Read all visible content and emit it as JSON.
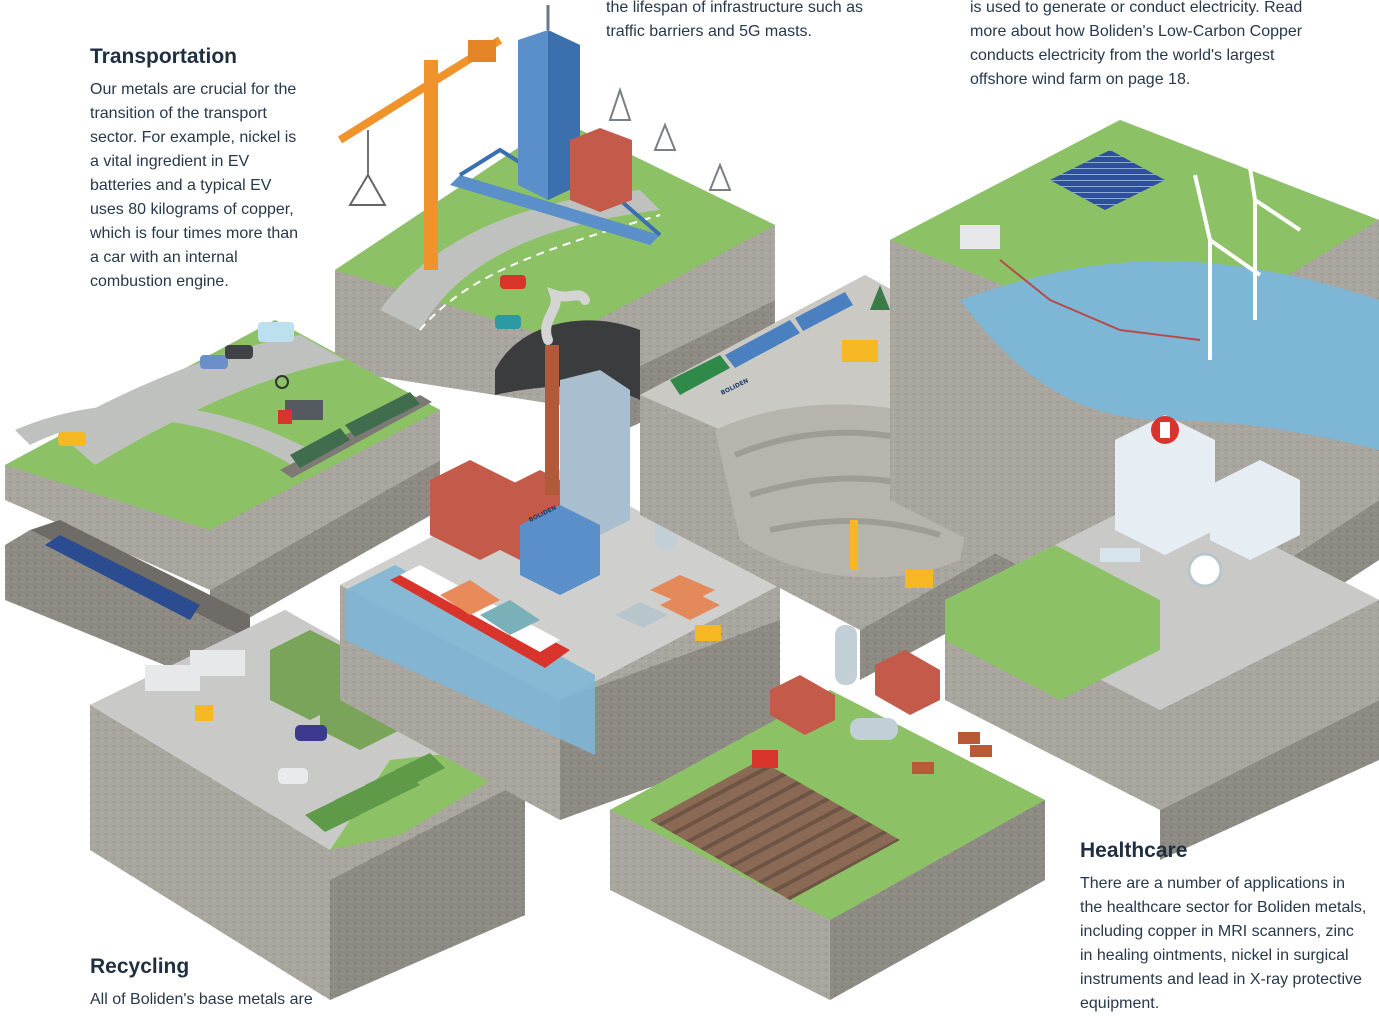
{
  "infrastructure": {
    "text_fragment": "the lifespan of infrastructure such as traffic barriers and 5G masts."
  },
  "energy": {
    "text_fragment": "is used to generate or conduct electricity. Read more about how Boliden's Low-Carbon Copper conducts electricity from the world's largest offshore wind farm on page 18."
  },
  "transportation": {
    "heading": "Transportation",
    "body": "Our metals are crucial for the transition of the transport sector. For example, nickel is a vital ingredient in EV batteries and a typical EV uses 80 kilograms of copper, which is four times more than a car with an internal combustion engine."
  },
  "healthcare": {
    "heading": "Healthcare",
    "body": "There are a number of applications in the healthcare sector for Boliden metals, including copper in MRI scanners, zinc in healing ointments, nickel in surgical instruments and lead in X-ray protective equipment."
  },
  "recycling": {
    "heading": "Recycling",
    "body": "All of Boliden's base metals are"
  },
  "signage": {
    "smelter_sign": "BOLIDEN",
    "station_sign": "BOLIDEN"
  },
  "colors": {
    "grass": "#8cc265",
    "road": "#bfc1bf",
    "rock": "#a6a39c",
    "water": "#7eb6d6",
    "crane": "#f0932b"
  }
}
